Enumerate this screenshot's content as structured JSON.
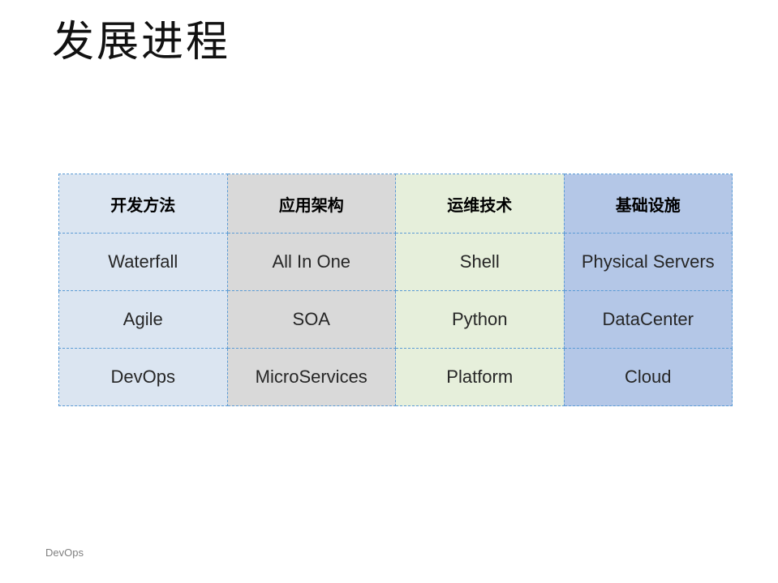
{
  "slide": {
    "title": "发展进程",
    "footer": "DevOps",
    "background_color": "#ffffff",
    "border_color": "#5b9bd5"
  },
  "table": {
    "columns": [
      {
        "header": "开发方法",
        "bg": "#dbe5f1",
        "rows": [
          "Waterfall",
          "Agile",
          "DevOps"
        ]
      },
      {
        "header": "应用架构",
        "bg": "#d9d9d9",
        "rows": [
          "All In One",
          "SOA",
          "MicroServices"
        ]
      },
      {
        "header": "运维技术",
        "bg": "#e6efdb",
        "rows": [
          "Shell",
          "Python",
          "Platform"
        ]
      },
      {
        "header": "基础设施",
        "bg": "#b4c7e7",
        "rows": [
          "Physical Servers",
          "DataCenter",
          "Cloud"
        ]
      }
    ]
  }
}
